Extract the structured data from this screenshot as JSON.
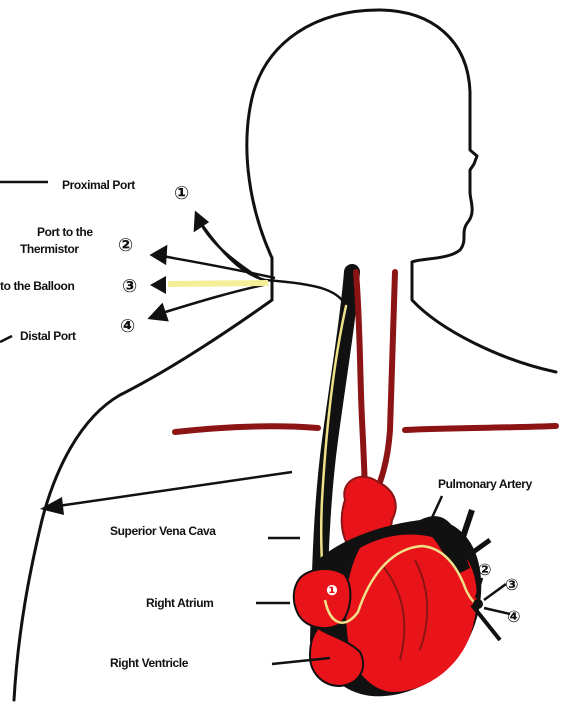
{
  "labels": {
    "proximal_port": "Proximal Port",
    "port_thermistor_line1": "Port to the",
    "port_thermistor_line2": "Thermistor",
    "port_balloon": "to the Balloon",
    "distal_port": "Distal Port",
    "pulmonary_artery": "Pulmonary Artery",
    "superior_vena_cava": "Superior Vena Cava",
    "right_atrium": "Right Atrium",
    "right_ventricle": "Right Ventricle"
  },
  "markers": {
    "port1": "①",
    "port2": "②",
    "port3": "③",
    "port4": "④",
    "atrium_opening": "❶",
    "tip2": "②",
    "tip3": "③",
    "tip4": "④"
  },
  "colors": {
    "outline": "#111111",
    "heart_red": "#e8141a",
    "vessel_dark_red": "#8c1414",
    "catheter_yellow": "#efe08a",
    "balloon_glow": "#f4f09a"
  }
}
